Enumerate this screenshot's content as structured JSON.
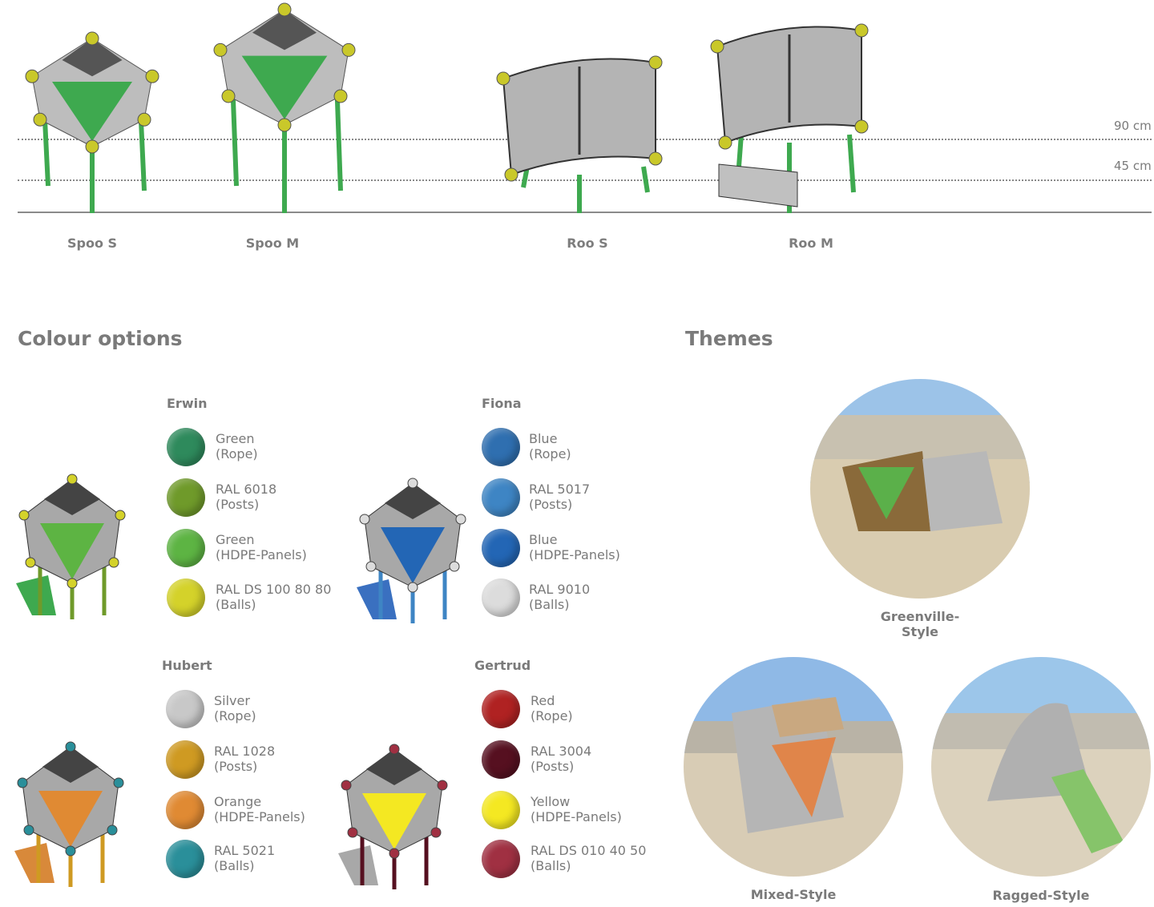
{
  "heights": {
    "upper": "90 cm",
    "lower": "45 cm"
  },
  "products": [
    {
      "name": "Spoo S",
      "panel": "#3ea94f"
    },
    {
      "name": "Spoo M",
      "panel": "#3ea94f"
    },
    {
      "name": "Roo S",
      "panel": "#b0b0b0"
    },
    {
      "name": "Roo M",
      "panel": "#b0b0b0"
    }
  ],
  "colour_options": {
    "heading": "Colour options",
    "groups": [
      {
        "name": "Erwin",
        "swatches": [
          {
            "line1": "Green",
            "line2": "(Rope)",
            "color": "#2e8a5c"
          },
          {
            "line1": "RAL 6018",
            "line2": "(Posts)",
            "color": "#6f9a2a"
          },
          {
            "line1": "Green",
            "line2": "(HDPE-Panels)",
            "color": "#5db443"
          },
          {
            "line1": "RAL DS 100 80 80",
            "line2": "(Balls)",
            "color": "#d4d22a"
          }
        ]
      },
      {
        "name": "Fiona",
        "swatches": [
          {
            "line1": "Blue",
            "line2": "(Rope)",
            "color": "#2f6fb0"
          },
          {
            "line1": "RAL 5017",
            "line2": "(Posts)",
            "color": "#3e85c4"
          },
          {
            "line1": "Blue",
            "line2": "(HDPE-Panels)",
            "color": "#2366b5"
          },
          {
            "line1": "RAL 9010",
            "line2": "(Balls)",
            "color": "#dcdcdc"
          }
        ]
      },
      {
        "name": "Hubert",
        "swatches": [
          {
            "line1": "Silver",
            "line2": "(Rope)",
            "color": "#c8c8c8"
          },
          {
            "line1": "RAL 1028",
            "line2": "(Posts)",
            "color": "#cf9a22"
          },
          {
            "line1": "Orange",
            "line2": "(HDPE-Panels)",
            "color": "#e08a33"
          },
          {
            "line1": "RAL 5021",
            "line2": "(Balls)",
            "color": "#2a8f9a"
          }
        ]
      },
      {
        "name": "Gertrud",
        "swatches": [
          {
            "line1": "Red",
            "line2": "(Rope)",
            "color": "#b02222"
          },
          {
            "line1": "RAL 3004",
            "line2": "(Posts)",
            "color": "#561020"
          },
          {
            "line1": "Yellow",
            "line2": "(HDPE-Panels)",
            "color": "#f4e822"
          },
          {
            "line1": "RAL DS 010 40 50",
            "line2": "(Balls)",
            "color": "#a03042"
          }
        ]
      }
    ]
  },
  "themes": {
    "heading": "Themes",
    "items": [
      {
        "line1": "Greenville-",
        "line2": "Style"
      },
      {
        "line1": "Mixed-Style"
      },
      {
        "line1": "Ragged-Style"
      }
    ]
  }
}
